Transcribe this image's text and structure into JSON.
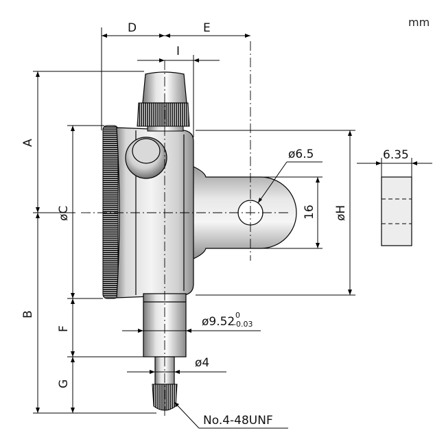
{
  "unit": "mm",
  "dimensions": {
    "A": "A",
    "B": "B",
    "C": "øC",
    "D": "D",
    "E": "E",
    "F": "F",
    "G": "G",
    "H": "øH",
    "I": "I",
    "hole": "ø6.5",
    "lug_height": "16",
    "lug_thickness": "6.35",
    "stem": "ø9.52",
    "stem_tol_upper": "0",
    "stem_tol_lower": "-0.03",
    "spindle": "ø4",
    "thread": "No.4-48UNF"
  }
}
